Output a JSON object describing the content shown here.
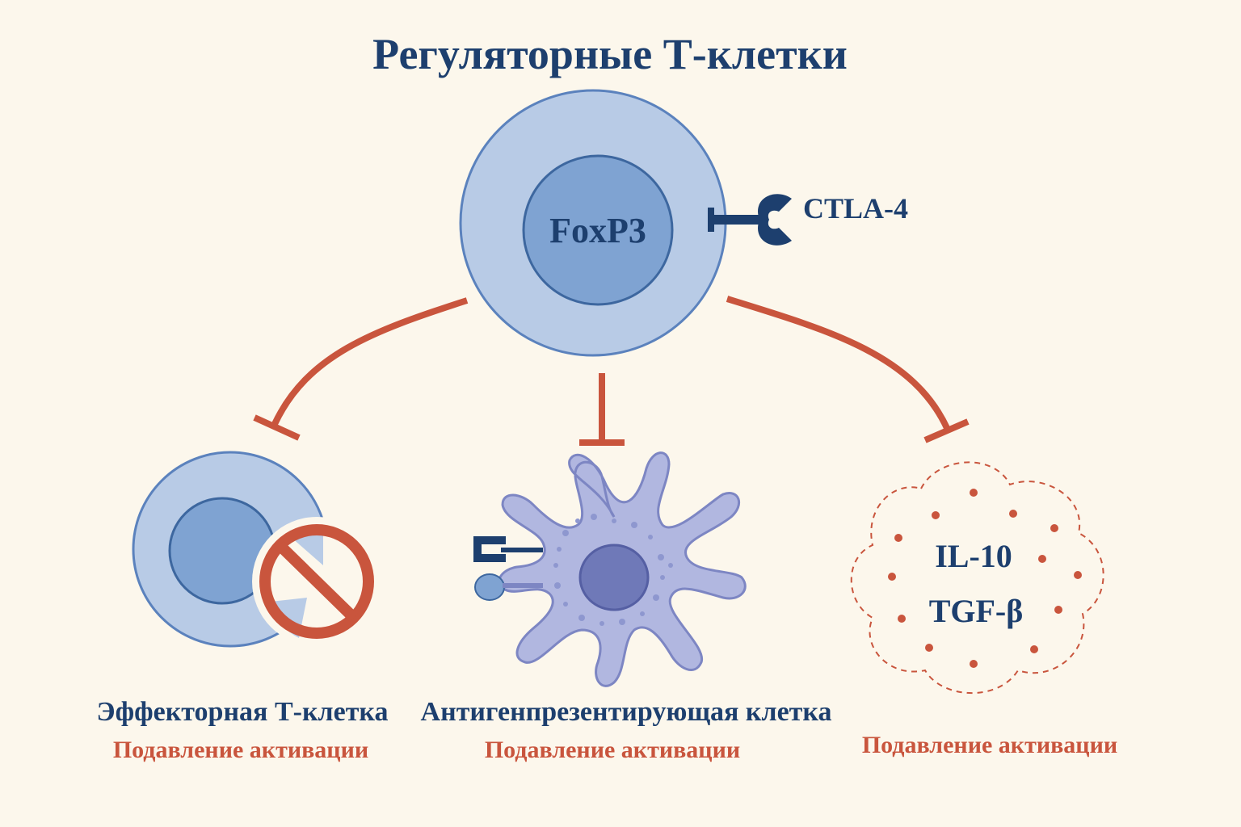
{
  "title": "Регуляторные Т-клетки",
  "treg": {
    "nucleus_label": "FoxP3",
    "receptor_label": "CTLA-4"
  },
  "targets": [
    {
      "name": "Эффекторная Т-клетка",
      "effect": "Подавление активации"
    },
    {
      "name": "Антигенпрезентирующая клетка",
      "effect": "Подавление активации"
    },
    {
      "cytokines": [
        "IL-10",
        "TGF-β"
      ],
      "effect": "Подавление активации"
    }
  ],
  "colors": {
    "background": "#fcf7ec",
    "navy": "#1d3f6e",
    "inhibit": "#c9553d",
    "cell_outer": "#b8cbe6",
    "cell_inner": "#7fa3d2",
    "apc_body": "#b1b7e0",
    "apc_nucleus": "#6f79b8"
  }
}
